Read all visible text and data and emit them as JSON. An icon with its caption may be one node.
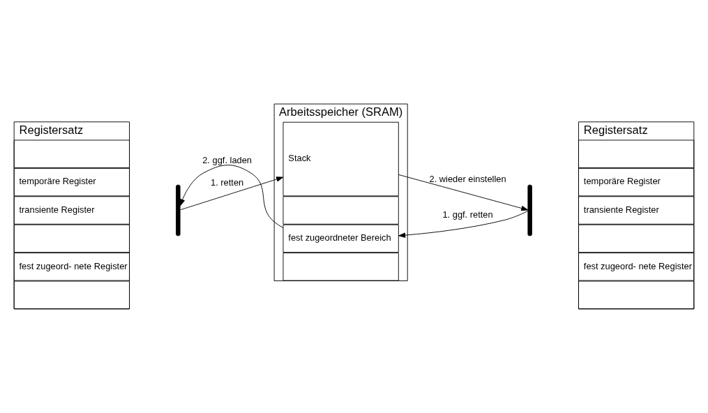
{
  "diagram": {
    "nodes": [
      {
        "text": [
          "Registersatz"
        ]
      },
      {
        "text": [],
        "shape": "box",
        "in": 0
      },
      {
        "text": [
          "fest zugeord- nete Register"
        ],
        "in": 0
      },
      {
        "text": [],
        "shape": "box",
        "in": 0
      },
      {
        "text": [
          "transiente Register"
        ],
        "in": 0
      },
      {
        "text": [
          "temporäre Register"
        ],
        "in": 0
      },
      {
        "text": [],
        "shape": "box",
        "in": 0
      },
      {
        "text": [],
        "shape": "brace"
      },
      {
        "text": [
          "Arbeitsspeicher (SRAM)"
        ]
      },
      {
        "text": [],
        "shape": "box",
        "in": 8
      },
      {
        "text": [
          "fest zugeordneter Bereich"
        ],
        "in": 8
      },
      {
        "text": [],
        "shape": "box",
        "in": 8
      },
      {
        "text": [
          "Stack"
        ],
        "in": 8
      },
      {
        "text": [],
        "shape": "brace"
      },
      {
        "text": [
          "Registersatz"
        ]
      },
      {
        "text": [],
        "shape": "box",
        "in": 14
      },
      {
        "text": [
          "fest zugeord- nete Register"
        ],
        "in": 14
      },
      {
        "text": [],
        "shape": "box",
        "in": 14
      },
      {
        "text": [
          "transiente Register"
        ],
        "in": 14
      },
      {
        "text": [
          "temporäre Register"
        ],
        "in": 14
      },
      {
        "text": [],
        "shape": "box",
        "in": 14
      }
    ],
    "edges": [
      {
        "from": 13,
        "to": 10,
        "arrow": "to",
        "label": "1. ggf. retten"
      },
      {
        "from": 10,
        "to": 7,
        "arrow": "to",
        "label": "2. ggf. laden"
      },
      {
        "from": 7,
        "to": 12,
        "arrow": "to",
        "label": "1. retten"
      },
      {
        "from": 12,
        "to": 13,
        "arrow": "to",
        "label": "2. wieder einstellen"
      }
    ]
  }
}
